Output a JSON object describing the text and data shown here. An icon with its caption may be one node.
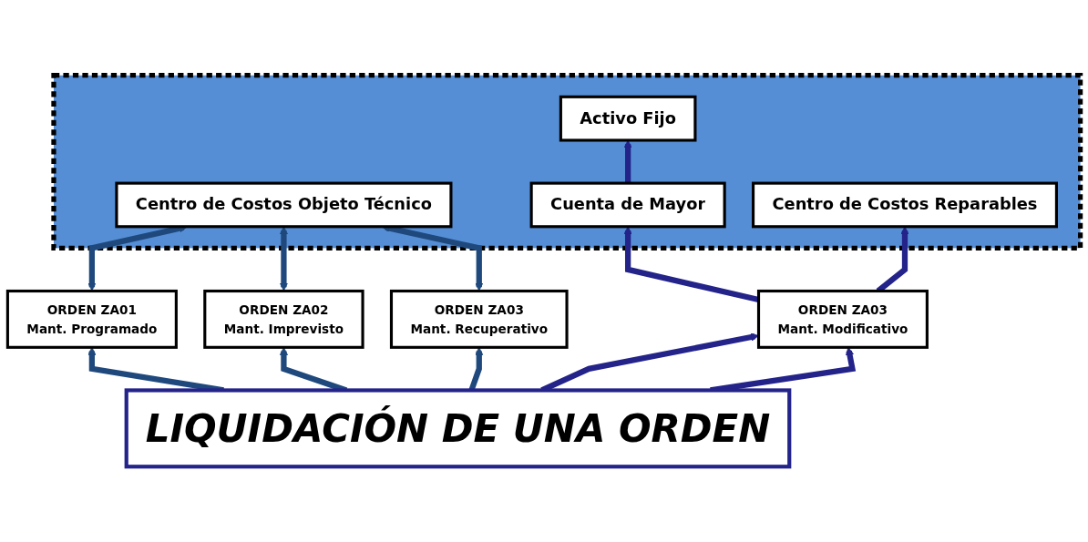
{
  "diagram": {
    "nodes": [
      {
        "text": [],
        "shape": "box"
      },
      {
        "text": [
          "Centro de Costos Objeto Técnico"
        ],
        "in": 0
      },
      {
        "text": [
          "Activo Fijo"
        ],
        "in": 0
      },
      {
        "text": [
          "Cuenta de Mayor"
        ],
        "in": 0
      },
      {
        "text": [
          "Centro de Costos Reparables"
        ],
        "in": 0
      },
      {
        "text": [
          "ORDEN ZA01",
          "Mant. Programado"
        ]
      },
      {
        "text": [
          "ORDEN ZA02",
          "Mant. Imprevisto"
        ]
      },
      {
        "text": [
          "ORDEN ZA03",
          "Mant. Recuperativo"
        ]
      },
      {
        "text": [
          "ORDEN ZA03",
          "Mant. Modificativo"
        ]
      },
      {
        "text": [
          "LIQUIDACIÓN DE UNA ORDEN"
        ]
      }
    ],
    "edges": [
      {
        "from": 9,
        "to": 5,
        "arrow": "to",
        "color": "#1f497d"
      },
      {
        "from": 9,
        "to": 6,
        "arrow": "to",
        "color": "#1f497d"
      },
      {
        "from": 9,
        "to": 7,
        "arrow": "to",
        "color": "#1f497d"
      },
      {
        "from": 9,
        "to": 8,
        "arrow": "to",
        "color": "#23238a"
      },
      {
        "from": 9,
        "to": 8,
        "arrow": "to",
        "color": "#23238a"
      },
      {
        "from": 5,
        "to": 1,
        "arrow": "both",
        "color": "#1f497d"
      },
      {
        "from": 6,
        "to": 1,
        "arrow": "both",
        "color": "#1f497d"
      },
      {
        "from": 7,
        "to": 1,
        "arrow": "both",
        "color": "#1f497d"
      },
      {
        "from": 8,
        "to": 3,
        "arrow": "to",
        "color": "#23238a"
      },
      {
        "from": 3,
        "to": 2,
        "arrow": "to",
        "color": "#23238a"
      },
      {
        "from": 8,
        "to": 4,
        "arrow": "to",
        "color": "#23238a"
      }
    ]
  }
}
